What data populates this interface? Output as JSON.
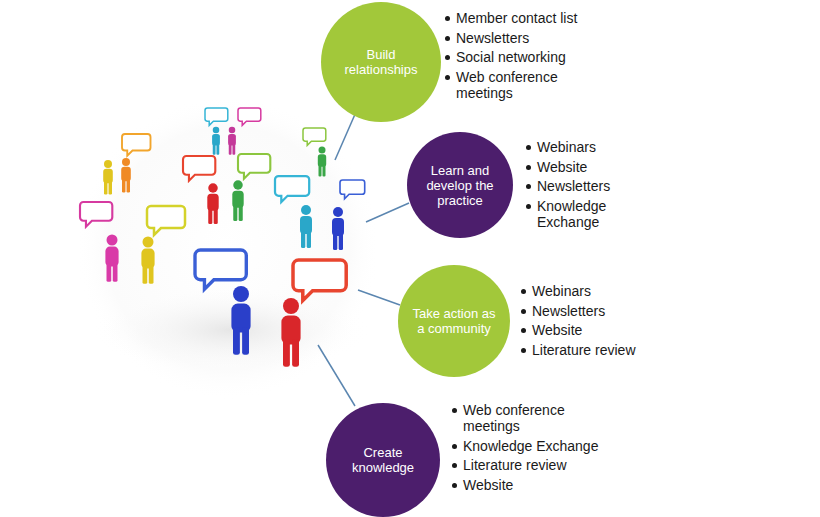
{
  "diagram": {
    "nodes": [
      {
        "text": [
          "Build relationships"
        ]
      },
      {
        "text": [
          "Learn and develop the practice"
        ]
      },
      {
        "text": [
          "Take action as a community"
        ]
      },
      {
        "text": [
          "Create knowledge"
        ]
      }
    ],
    "labels": [
      "Member contact list",
      "Newsletters",
      "Social networking",
      "Web conference meetings",
      "Webinars",
      "Website",
      "Newsletters",
      "Knowledge Exchange",
      "Webinars",
      "Newsletters",
      "Website",
      "Literature review",
      "Web conference meetings",
      "Knowledge Exchange",
      "Literature review",
      "Website"
    ]
  }
}
